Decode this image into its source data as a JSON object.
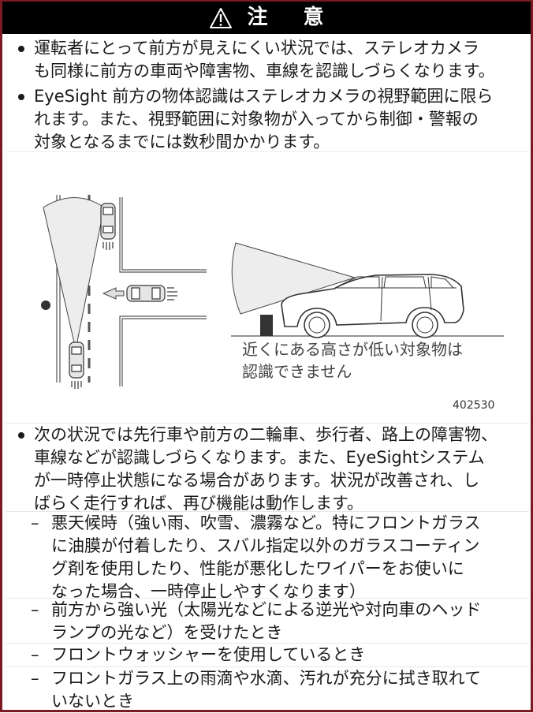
{
  "header": {
    "icon": "warning-triangle-icon",
    "title": "注 意"
  },
  "bullets_top": [
    {
      "lines": [
        "運転者にとって前方が見えにくい状況では、ステレオカメラ",
        "も同様に前方の車両や障害物、車線を認識しづらくなります。"
      ]
    },
    {
      "lines": [
        "EyeSight 前方の物体認識はステレオカメラの視野範囲に限ら",
        "れます。また、視野範囲に対象物が入ってから制御・警報の",
        "対象となるまでには数秒間かかります。"
      ]
    }
  ],
  "figure": {
    "caption_lines": [
      "近くにある高さが低い対象物は",
      "認識できません"
    ],
    "figure_number": "402530"
  },
  "bullet_main": {
    "lines": [
      "次の状況では先行車や前方の二輪車、歩行者、路上の障害物、",
      "車線などが認識しづらくなります。また、EyeSightシステム",
      "が一時停止状態になる場合があります。状況が改善され、し",
      "ばらく走行すれば、再び機能は動作します。"
    ]
  },
  "sub_items": [
    {
      "dash": "–",
      "lines": [
        "悪天候時（強い雨、吹雪、濃霧など。特にフロントガラス",
        "に油膜が付着したり、スバル指定以外のガラスコーティン",
        "グ剤を使用したり、性能が悪化したワイパーをお使いに",
        "なった場合、一時停止しやすくなります）"
      ]
    },
    {
      "dash": "–",
      "lines": [
        "前方から強い光（太陽光などによる逆光や対向車のヘッド",
        "ランプの光など）を受けたとき"
      ]
    },
    {
      "dash": "–",
      "lines": [
        "フロントウォッシャーを使用しているとき"
      ]
    },
    {
      "dash": "–",
      "lines": [
        "フロントガラス上の雨滴や水滴、汚れが充分に拭き取れて",
        "いないとき"
      ]
    }
  ],
  "colors": {
    "border": "#7a1a22",
    "header_bg": "#000000",
    "header_text": "#ffffff",
    "cone_fill": "#ededed"
  }
}
